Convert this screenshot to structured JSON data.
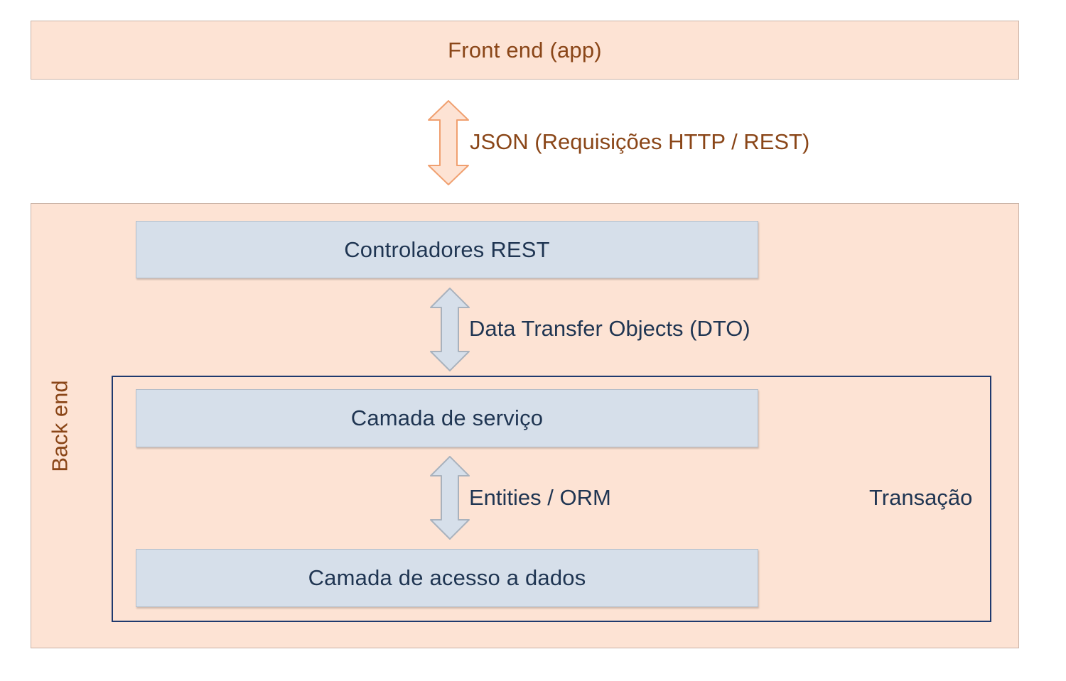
{
  "frontend": {
    "label": "Front end (app)"
  },
  "connector_json": {
    "label": "JSON (Requisições HTTP / REST)"
  },
  "backend": {
    "label": "Back end",
    "controllers": {
      "label": "Controladores REST"
    },
    "connector_dto": {
      "label": "Data Transfer Objects (DTO)"
    },
    "transaction": {
      "label": "Transação",
      "service": {
        "label": "Camada de serviço"
      },
      "connector_orm": {
        "label": "Entities / ORM"
      },
      "data_access": {
        "label": "Camada de acesso a dados"
      }
    }
  },
  "colors": {
    "peach_fill": "#fde3d4",
    "blue_fill": "#d6dfea",
    "orange_text": "#8a4618",
    "navy_text": "#1f3552",
    "transaction_border": "#1f3a6e"
  }
}
